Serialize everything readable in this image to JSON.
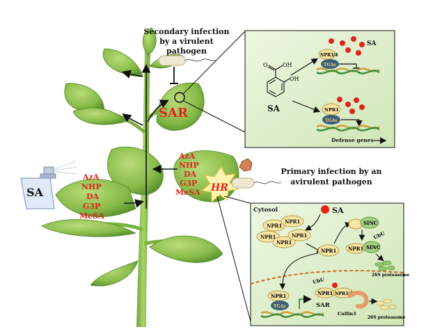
{
  "top_note": {
    "line1": "Secondary infection",
    "line2": "by a virulent",
    "line3": "pathogen"
  },
  "primary_note": {
    "line1": "Primary infection by an",
    "line2": "avirulent pathogen"
  },
  "sar_label": "SAR",
  "hr_label": "HR",
  "spray_label": "SA",
  "lower_signals": [
    "AzA",
    "NHP",
    "DA",
    "G3P",
    "MeSA"
  ],
  "upper_signals": [
    "AzA",
    "NHP",
    "DA",
    "G3P",
    "MeSA"
  ],
  "top_panel": {
    "sa_label": "SA",
    "sa_struct_label": "SA",
    "oh_top": "OH",
    "o_label": "O",
    "oh_ring": "OH",
    "npr34": "NPR3/4",
    "tgas_1": "TGAs",
    "npr1": "NPR1",
    "tgas_2": "TGAs",
    "defense_genes": "Defense genes"
  },
  "bottom_panel": {
    "cytosol": "Cytosol",
    "sa_label": "SA",
    "npr1_cluster": [
      "NPR1",
      "NPR1",
      "NPR1",
      "NPR1",
      "NPR1"
    ],
    "npr1_mid": "NPR1",
    "sinc_top": "SINC",
    "npr1_right": "NPR1",
    "sinc_right": "SINC",
    "ub_top": "UbU",
    "proteasome_top": "26S proteasome",
    "npr1_nucleus": "NPR1",
    "tgas": "TGAs",
    "npr1_bound": "NPR1",
    "npr34": "NPR3/4",
    "ub_bottom": "UbU",
    "sar": "SAR",
    "cullin": "Cullin3",
    "proteasome_bottom": "26S proteasome"
  },
  "colors": {
    "leaf": "#8dbf4b",
    "leaf_dark": "#5f9a2f",
    "panel": "#d8ecc5",
    "red": "#e0231b",
    "npr1": "#f7e6a5",
    "tgas": "#3f5f7a"
  }
}
